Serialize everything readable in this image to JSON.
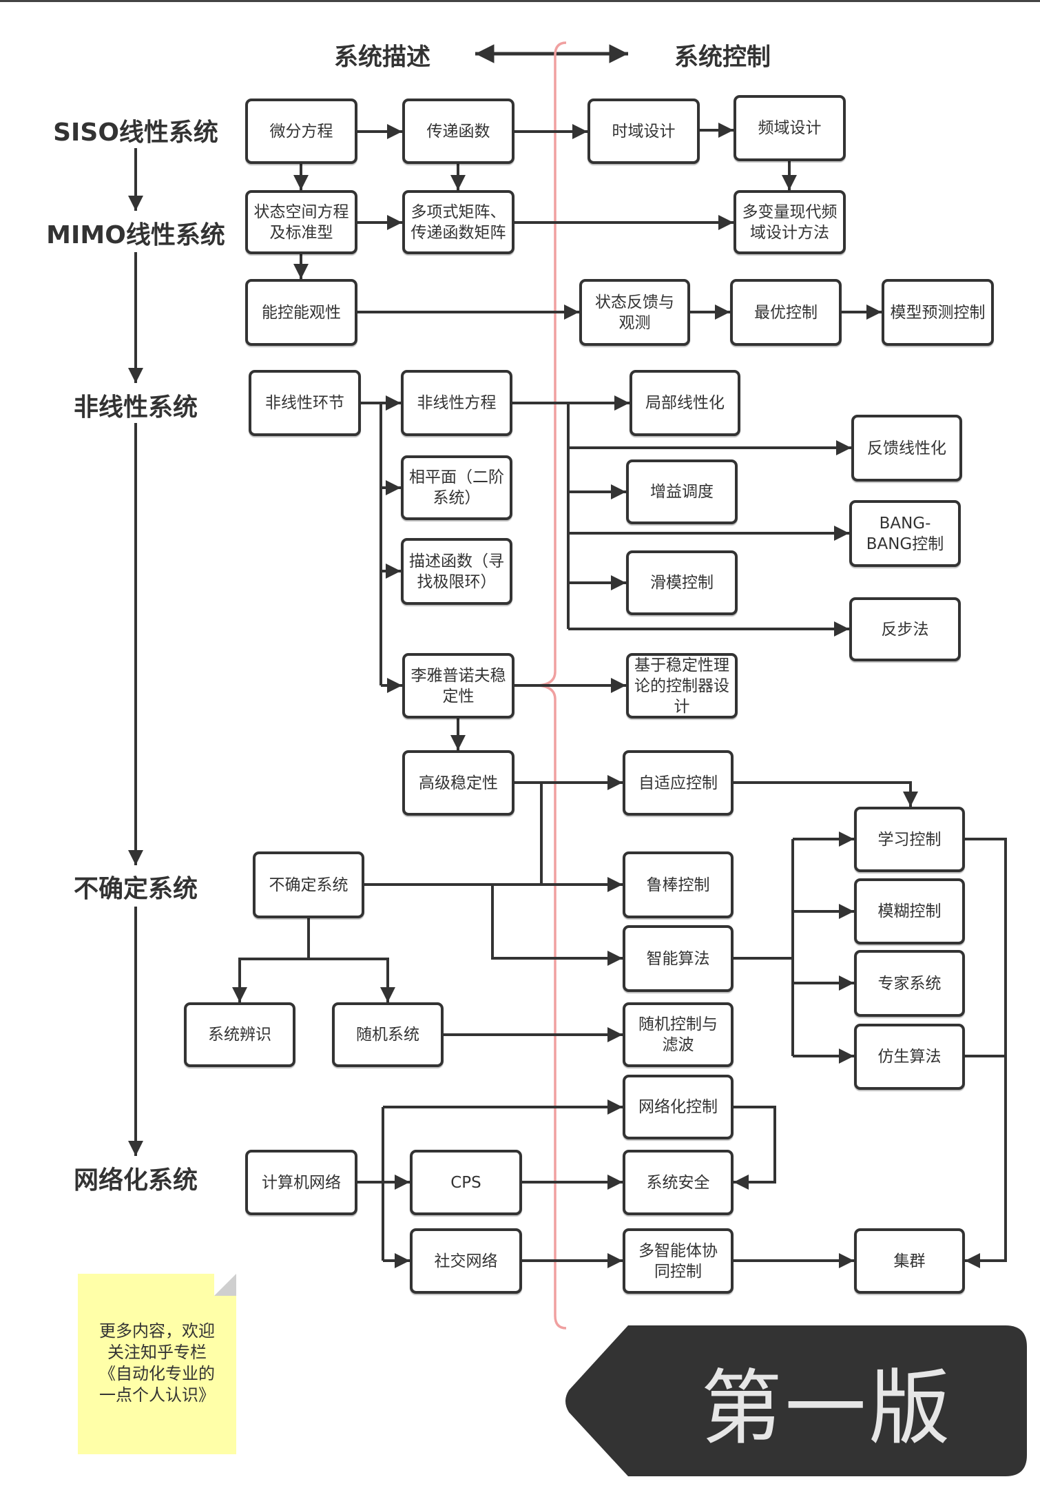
{
  "headers": {
    "description": "系统描述",
    "control": "系统控制"
  },
  "levels": [
    {
      "id": "siso",
      "label": "SISO线性系统"
    },
    {
      "id": "mimo",
      "label": "MIMO线性系统"
    },
    {
      "id": "nonlinear",
      "label": "非线性系统"
    },
    {
      "id": "uncertain",
      "label": "不确定系统"
    },
    {
      "id": "networked",
      "label": "网络化系统"
    }
  ],
  "nodes": {
    "diff_eq": "微分方程",
    "transfer_fn": "传递函数",
    "time_domain": "时域设计",
    "freq_domain": "频域设计",
    "state_space": "状态空间方程及标准型",
    "poly_matrix": "多项式矩阵、传递函数矩阵",
    "mv_freq": "多变量现代频域设计方法",
    "ctrl_obs": "能控能观性",
    "state_fb": "状态反馈与观测",
    "optimal": "最优控制",
    "mpc": "模型预测控制",
    "nl_element": "非线性环节",
    "nl_equation": "非线性方程",
    "local_lin": "局部线性化",
    "fb_lin": "反馈线性化",
    "phase_plane": "相平面（二阶系统）",
    "gain_sched": "增益调度",
    "bang_bang": "BANG-BANG控制",
    "describing_fn": "描述函数（寻找极限环）",
    "sliding_mode": "滑模控制",
    "backstepping": "反步法",
    "lyapunov": "李雅普诺夫稳定性",
    "stability_ctrl": "基于稳定性理论的控制器设计",
    "adv_stability": "高级稳定性",
    "adaptive": "自适应控制",
    "learning": "学习控制",
    "uncertain_sys": "不确定系统",
    "robust": "鲁棒控制",
    "fuzzy": "模糊控制",
    "intelligent": "智能算法",
    "expert": "专家系统",
    "sys_id": "系统辨识",
    "stochastic_sys": "随机系统",
    "stochastic_ctrl": "随机控制与滤波",
    "bionic": "仿生算法",
    "networked_ctrl": "网络化控制",
    "comp_network": "计算机网络",
    "cps": "CPS",
    "sys_security": "系统安全",
    "social_network": "社交网络",
    "multi_agent": "多智能体协同控制",
    "swarm": "集群"
  },
  "note": {
    "text": "更多内容，欢迎\n关注知乎专栏\n《自动化专业的\n一点个人认识》",
    "color": "#ffffa8"
  },
  "banner": {
    "text": "第一版",
    "color": "#333333"
  },
  "colors": {
    "line": "#333333",
    "divider": "#f0a0a0"
  }
}
